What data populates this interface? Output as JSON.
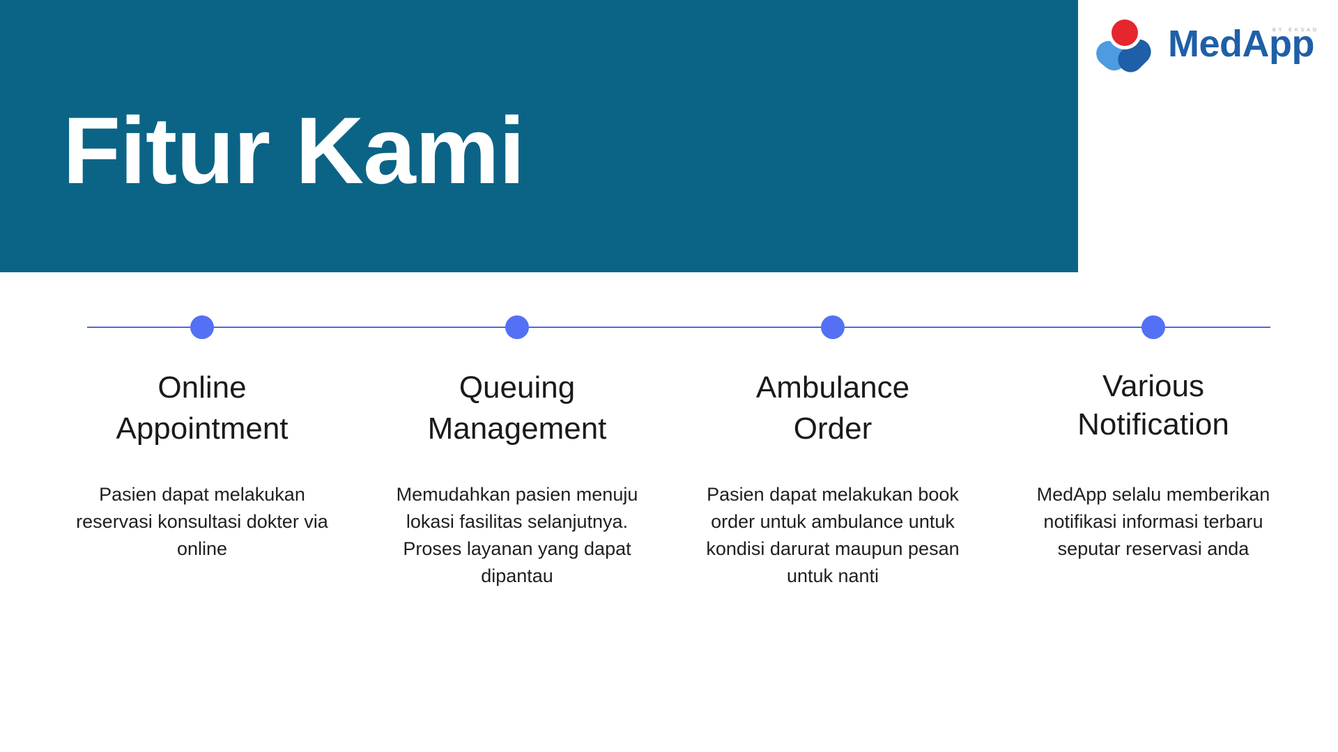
{
  "slide": {
    "title": "Fitur Kami"
  },
  "logo": {
    "name": "MedApp",
    "byline": "BY EKSAD"
  },
  "features": [
    {
      "title_lines": [
        "Online",
        "Appointment"
      ],
      "description": "Pasien dapat melakukan reservasi konsultasi dokter via online"
    },
    {
      "title_lines": [
        "Queuing",
        "Management"
      ],
      "description": "Memudahkan pasien menuju lokasi fasilitas selanjutnya. Proses layanan yang dapat dipantau"
    },
    {
      "title_lines": [
        "Ambulance",
        "Order"
      ],
      "description": "Pasien dapat melakukan book order untuk ambulance untuk kondisi darurat maupun pesan untuk nanti"
    },
    {
      "title_lines": [
        "Various",
        "Notification"
      ],
      "description": "MedApp selalu memberikan notifikasi informasi terbaru seputar reservasi anda"
    }
  ],
  "colors": {
    "header_band": "#0b6486",
    "timeline": "#4f68e0",
    "timeline_dot": "#5470f5",
    "logo_blue": "#1f5fa8",
    "logo_red": "#e5262d",
    "logo_light_blue": "#4d9be0"
  }
}
